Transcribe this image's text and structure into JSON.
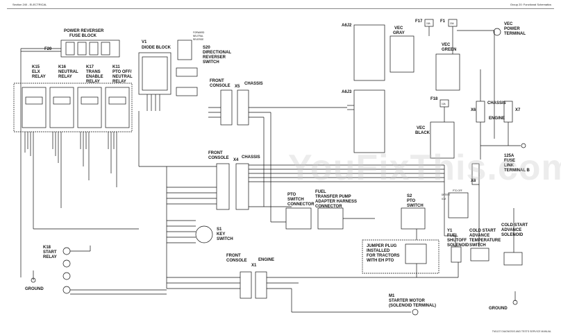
{
  "header": {
    "left": "Section 240 - ELECTRICAL",
    "right": "Group 20: Functional Schematics"
  },
  "footer": "TM1137 DIAGNOSIS AND TESTS SERVICE MANUAL",
  "watermark": "YouFixThis.com",
  "labels": {
    "power_reverser": "POWER REVERSER",
    "fuse_block": "FUSE BLOCK",
    "f20": "F20",
    "v1": "V1",
    "diode_block": "DIODE BLOCK",
    "s20": "S20",
    "directional": "DIRECTIONAL",
    "reverser": "REVERSER",
    "switch": "SWITCH",
    "forward": "FORWARD",
    "neutral_small": "NEUTRAL",
    "reverse_small": "REVERSE",
    "k15": "K15",
    "elx": "ELX",
    "relay": "RELAY",
    "k16": "K16",
    "neutral": "NEUTRAL",
    "k17": "K17",
    "trans": "TRANS",
    "enable": "ENABLE",
    "k11": "K11",
    "pto_off": "PTO OFF/",
    "neutral2": "NEUTRAL",
    "front": "FRONT",
    "console": "CONSOLE",
    "chassis": "CHASSIS",
    "x5": "X5",
    "x4": "X4",
    "x1": "X1",
    "engine": "ENGINE",
    "s1": "S1",
    "key": "KEY",
    "k18": "K18",
    "start": "START",
    "ground": "GROUND",
    "pto_switch": "PTO",
    "pto_switch2": "SWITCH",
    "pto_connector": "CONNECTOR",
    "fuel_transfer": "FUEL",
    "transfer_pump": "TRANSFER PUMP",
    "adapter": "ADAPTER HARNESS",
    "connector": "CONNECTOR",
    "s2": "S2",
    "pto": "PTO",
    "jumper1": "JUMPER PLUG",
    "jumper2": "INSTALLED",
    "jumper3": "FOR TRACTORS",
    "jumper4": "WITH EH PTO",
    "a6j2": "A6J2",
    "a6j3": "A6J3",
    "vec_gray1": "VEC",
    "vec_gray2": "GRAY",
    "f17": "F17",
    "f1": "F1",
    "vec_green1": "VEC",
    "vec_green2": "GREEN",
    "vec_power1": "VEC",
    "vec_power2": "POWER",
    "vec_power3": "TERMINAL",
    "f18": "F18",
    "vec_black1": "VEC",
    "vec_black2": "BLACK",
    "x6": "X6",
    "x7": "X7",
    "x8": "X8",
    "fuse125_1": "125A",
    "fuse125_2": "FUSE",
    "fuse125_3": "LINK",
    "fuse125_4": "TERMINAL B",
    "detent": "DETENT",
    "icm": "ICM",
    "pto_off_sw": "PTO OFF",
    "y1": "Y1",
    "fuel_sh1": "FUEL",
    "fuel_sh2": "SHUTOFF",
    "fuel_sh3": "SOLENOID",
    "cold1": "COLD START",
    "cold2": "ADVANCE",
    "cold3": "TEMPERATURE",
    "cold4": "SWITCH",
    "cold_sol1": "COLD START",
    "cold_sol2": "ADVANCE",
    "cold_sol3": "SOLENOID",
    "m1": "M1",
    "starter1": "STARTER MOTOR",
    "starter2": "(SOLENOID TERMINAL)",
    "ground2": "GROUND"
  },
  "fuse_ratings": {
    "f17": "15A",
    "f1": "20A",
    "f18": "10A"
  },
  "colors": {
    "wire": "#111111",
    "background": "#ffffff"
  }
}
